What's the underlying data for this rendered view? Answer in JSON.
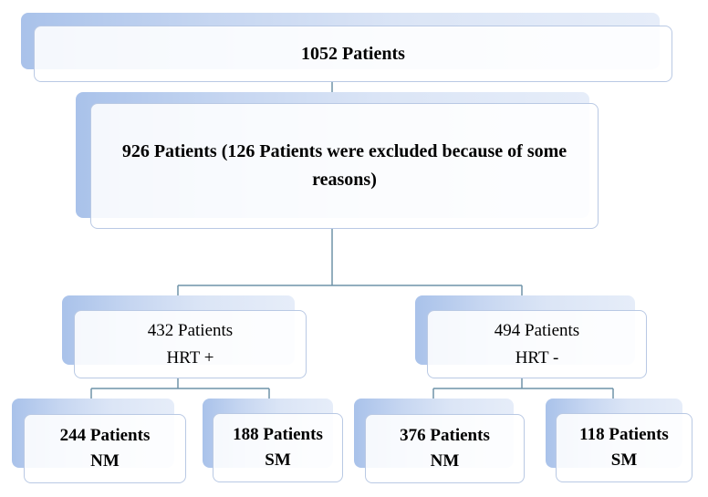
{
  "diagram": {
    "root": {
      "label": "1052 Patients"
    },
    "filtered": {
      "label": "926 Patients (126 Patients were excluded because of some reasons)"
    },
    "groups": [
      {
        "line1": "432 Patients",
        "line2": "HRT +",
        "children": [
          {
            "line1": "244 Patients",
            "line2": "NM"
          },
          {
            "line1": "188 Patients",
            "line2": "SM"
          }
        ]
      },
      {
        "line1": "494 Patients",
        "line2": "HRT -",
        "children": [
          {
            "line1": "376 Patients",
            "line2": "NM"
          },
          {
            "line1": "118 Patients",
            "line2": "SM"
          }
        ]
      }
    ],
    "colors": {
      "connector": "#6f93a8",
      "card_border": "#b9c9e4",
      "tab_gradient_start": "#a9c2ea",
      "tab_gradient_end": "#e6edf9"
    }
  }
}
